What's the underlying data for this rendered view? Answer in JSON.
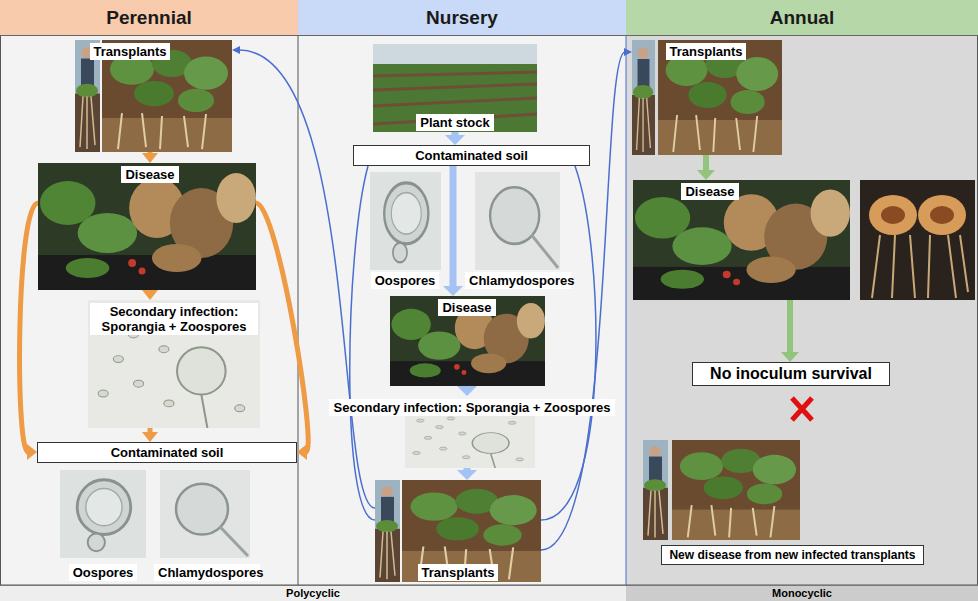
{
  "diagram": {
    "nodes": [
      {
        "text": [
          "Perennial"
        ]
      },
      {
        "text": [
          "Transplants"
        ],
        "in": 0
      },
      {
        "text": [
          "Disease"
        ],
        "in": 0
      },
      {
        "text": [
          "Secondary infection: Sporangia + Zoospores"
        ],
        "in": 0
      },
      {
        "text": [
          "Contaminated soil"
        ],
        "in": 0
      },
      {
        "text": [
          "Oospores"
        ],
        "in": 0
      },
      {
        "text": [
          "Chlamydospores"
        ],
        "in": 0
      },
      {
        "text": [
          "Nursery"
        ]
      },
      {
        "text": [
          "Plant stock"
        ],
        "in": 7
      },
      {
        "text": [
          "Contaminated soil"
        ],
        "in": 7
      },
      {
        "text": [
          "Oospores"
        ],
        "in": 7
      },
      {
        "text": [
          "Chlamydospores"
        ],
        "in": 7
      },
      {
        "text": [
          "Disease"
        ],
        "in": 7
      },
      {
        "text": [
          "Secondary infection: Sporangia + Zoospores"
        ],
        "in": 7
      },
      {
        "text": [
          "Transplants"
        ],
        "in": 7
      },
      {
        "text": [
          "Annual"
        ]
      },
      {
        "text": [
          "Transplants"
        ],
        "in": 15
      },
      {
        "text": [
          "Disease"
        ],
        "in": 15
      },
      {
        "text": [
          "No inoculum survival"
        ],
        "in": 15
      },
      {
        "text": [
          "New disease from new infected transplants"
        ],
        "in": 15
      },
      {
        "text": [
          "Polycyclic"
        ]
      },
      {
        "text": [
          "Monocyclic"
        ]
      }
    ],
    "edges": [
      {
        "from": 1,
        "to": 2,
        "arrow": "to"
      },
      {
        "from": 2,
        "to": 3,
        "arrow": "to"
      },
      {
        "from": 3,
        "to": 4,
        "arrow": "to"
      },
      {
        "from": 2,
        "to": 4,
        "arrow": "to"
      },
      {
        "from": 2,
        "to": 4,
        "arrow": "to"
      },
      {
        "from": 8,
        "to": 9,
        "arrow": "to"
      },
      {
        "from": 9,
        "to": 12,
        "arrow": "to"
      },
      {
        "from": 12,
        "to": 13,
        "arrow": "to"
      },
      {
        "from": 13,
        "to": 14,
        "arrow": "to"
      },
      {
        "from": 14,
        "to": 1,
        "arrow": "to"
      },
      {
        "from": 9,
        "to": 14,
        "arrow": "none"
      },
      {
        "from": 9,
        "to": 14,
        "arrow": "none"
      },
      {
        "from": 14,
        "to": 16,
        "arrow": "to"
      },
      {
        "from": 16,
        "to": 17,
        "arrow": "to"
      },
      {
        "from": 17,
        "to": 18,
        "arrow": "to"
      }
    ]
  }
}
